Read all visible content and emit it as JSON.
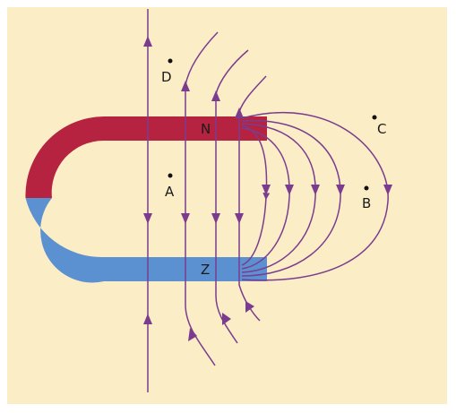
{
  "colors": {
    "background": "#fbedc6",
    "north": "#b52340",
    "south": "#5b91d1",
    "field_line": "#7b3c8f",
    "point": "#111111"
  },
  "magnet": {
    "north_label": "N",
    "south_label": "Z"
  },
  "points": {
    "A": "A",
    "B": "B",
    "C": "C",
    "D": "D"
  }
}
